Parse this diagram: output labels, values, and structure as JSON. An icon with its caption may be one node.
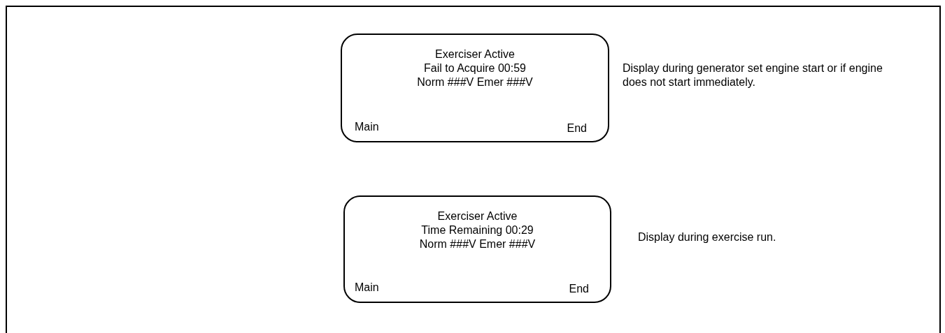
{
  "diagram": {
    "nodes": [
      {
        "text": [
          "Exerciser Active",
          "Fail to Acquire 00:59",
          "Norm ###V Emer ###V",
          "Main",
          "End"
        ],
        "beside": [
          "Display during generator set engine start or if engine does not start immediately."
        ]
      },
      {
        "text": [
          "Exerciser Active",
          "Time Remaining 00:29",
          "Norm ###V Emer ###V",
          "Main",
          "End"
        ],
        "beside": [
          "Display during exercise run."
        ]
      }
    ],
    "edges": []
  }
}
